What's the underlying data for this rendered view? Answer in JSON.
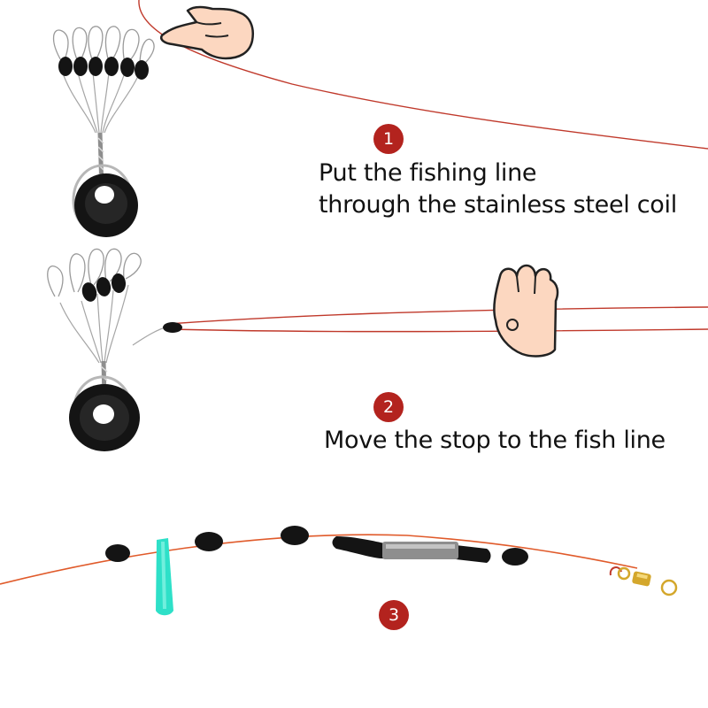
{
  "steps": [
    {
      "number": "1",
      "lines": [
        "Put the fishing line",
        "through the stainless steel coil"
      ]
    },
    {
      "number": "2",
      "lines": [
        "Move the stop to the fish line"
      ]
    },
    {
      "number": "3",
      "lines": []
    }
  ],
  "colors": {
    "badge": "#b3231e",
    "fishing_line": "#c0392b",
    "bead": "#141414",
    "glow_stick": "#2ee0c8",
    "hand_fill": "#fcd7c0",
    "hand_outline": "#222222",
    "swivel": "#d4a72c"
  },
  "icons": [
    "pointing-hand-icon",
    "ok-hand-icon",
    "bobber-stopper-icon",
    "rubber-bead-icon",
    "glow-stick-icon",
    "float-sleeve-icon",
    "swivel-icon"
  ]
}
